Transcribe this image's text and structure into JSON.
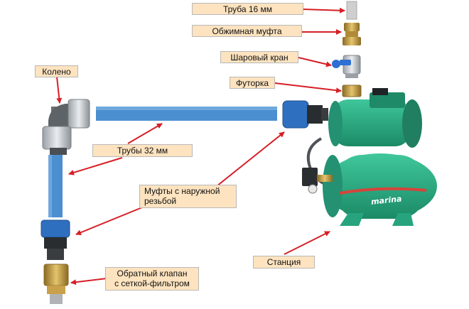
{
  "labels": {
    "pipe16": "Труба 16 мм",
    "crimp_coupling": "Обжимная муфта",
    "ball_valve": "Шаровый кран",
    "bushing": "Футорка",
    "elbow": "Колено",
    "pipes32": "Трубы 32 мм",
    "ext_couplings_line1": "Муфты с наружной",
    "ext_couplings_line2": "резьбой",
    "station": "Станция",
    "check_valve_line1": "Обратный клапан",
    "check_valve_line2": "с сеткой-фильтром"
  },
  "brand_logo": "marina",
  "colors": {
    "label_bg": "#fde3bf",
    "arrow": "#d61f26",
    "pipe_blue": "#4c8fd0",
    "pump_green": "#27a47e",
    "brass": "#c9a14a"
  }
}
